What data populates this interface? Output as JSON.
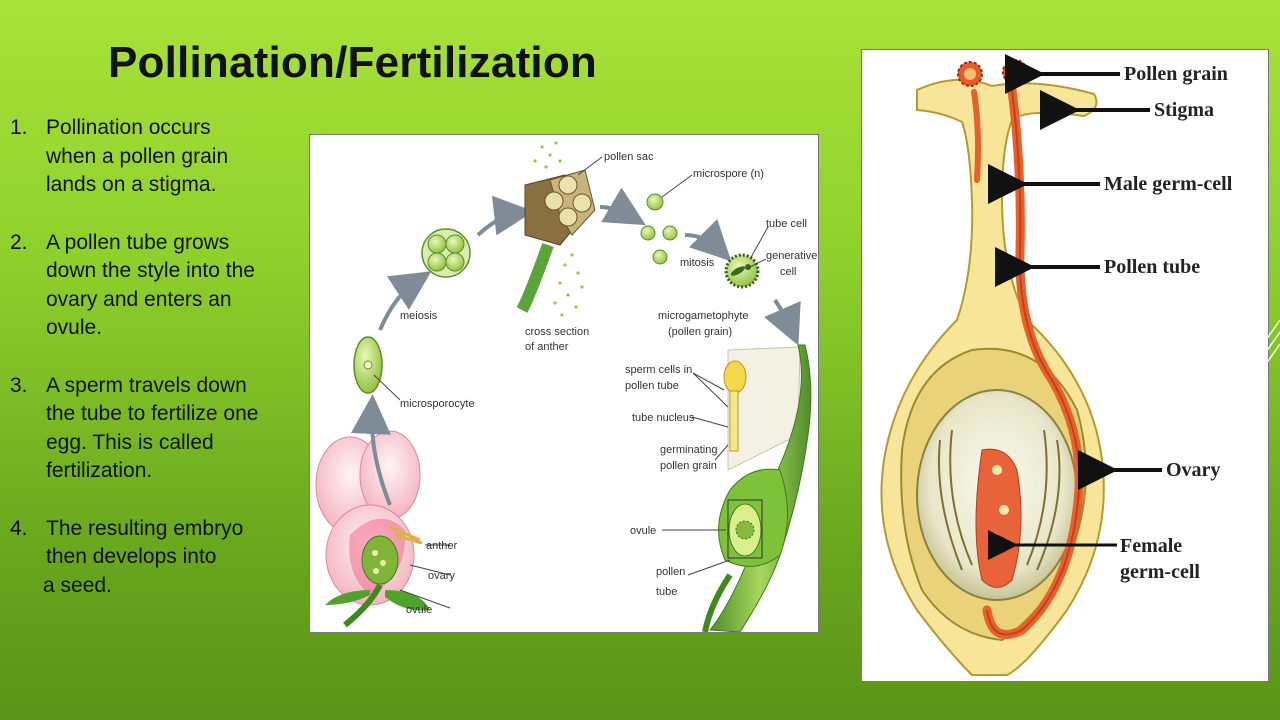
{
  "slide": {
    "title": "Pollination/Fertilization",
    "steps": [
      {
        "num": "1.",
        "lines": [
          "Pollination occurs",
          "when a pollen grain",
          "lands on a stigma."
        ]
      },
      {
        "num": "2.",
        "lines": [
          "A pollen tube grows",
          "down the style into the",
          "ovary and enters an",
          "ovule."
        ]
      },
      {
        "num": "3.",
        "lines": [
          "A sperm travels down",
          "the tube to fertilize one",
          "egg.  This is called",
          "fertilization."
        ]
      },
      {
        "num": "4.",
        "lines": [
          "The resulting embryo",
          "then develops into"
        ],
        "tail": "a seed."
      }
    ]
  },
  "left_diagram": {
    "labels": {
      "pollen_sac": "pollen sac",
      "microspore": "microspore (n)",
      "meiosis": "meiosis",
      "cross_section_1": "cross section",
      "cross_section_2": "of anther",
      "tube_cell": "tube cell",
      "generative_1": "generative",
      "generative_2": "cell",
      "mitosis": "mitosis",
      "microgametophyte_1": "microgametophyte",
      "microgametophyte_2": "(pollen grain)",
      "microsporocyte": "microsporocyte",
      "sperm_cells_1": "sperm cells in",
      "sperm_cells_2": "pollen tube",
      "tube_nucleus": "tube nucleus",
      "germinating_1": "germinating",
      "germinating_2": "pollen grain",
      "anther": "anther",
      "ovary": "ovary",
      "ovule_flower": "ovule",
      "ovule_pistil": "ovule",
      "pollen_tube_1": "pollen",
      "pollen_tube_2": "tube"
    }
  },
  "right_diagram": {
    "labels": {
      "pollen_grain": "Pollen grain",
      "stigma": "Stigma",
      "male_germ_cell": "Male germ-cell",
      "pollen_tube": "Pollen tube",
      "ovary": "Ovary",
      "female_germ_cell_1": "Female",
      "female_germ_cell_2": "germ-cell"
    }
  }
}
